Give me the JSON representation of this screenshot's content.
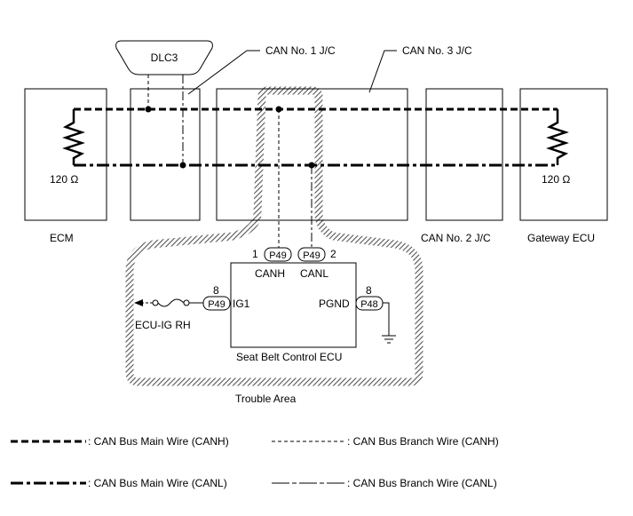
{
  "colors": {
    "stroke": "#000000",
    "hatch": "#555555",
    "background": "#ffffff"
  },
  "labels": {
    "dlc3": "DLC3",
    "can_jc1": "CAN No. 1 J/C",
    "can_jc3": "CAN No. 3 J/C",
    "can_jc2": "CAN No. 2 J/C",
    "ecm": "ECM",
    "gateway": "Gateway ECU",
    "res_left": "120 Ω",
    "res_right": "120 Ω",
    "pin1": "1",
    "pin2": "2",
    "pin8_left": "8",
    "pin8_right": "8",
    "conn_p49_canh": "P49",
    "conn_p49_canl": "P49",
    "conn_p49_ig1": "P49",
    "conn_p48": "P48",
    "canh": "CANH",
    "canl": "CANL",
    "ig1": "IG1",
    "pgnd": "PGND",
    "ecu_ig_rh": "ECU-IG RH",
    "seat_belt_ecu": "Seat Belt Control ECU",
    "trouble_area": "Trouble Area"
  },
  "legend": [
    {
      "style": "main-canh",
      "text": ": CAN Bus Main Wire (CANH)"
    },
    {
      "style": "branch-canh",
      "text": ": CAN Bus Branch Wire (CANH)"
    },
    {
      "style": "main-canl",
      "text": ": CAN Bus Main Wire (CANL)"
    },
    {
      "style": "branch-canl",
      "text": ": CAN Bus Branch Wire (CANL)"
    }
  ]
}
